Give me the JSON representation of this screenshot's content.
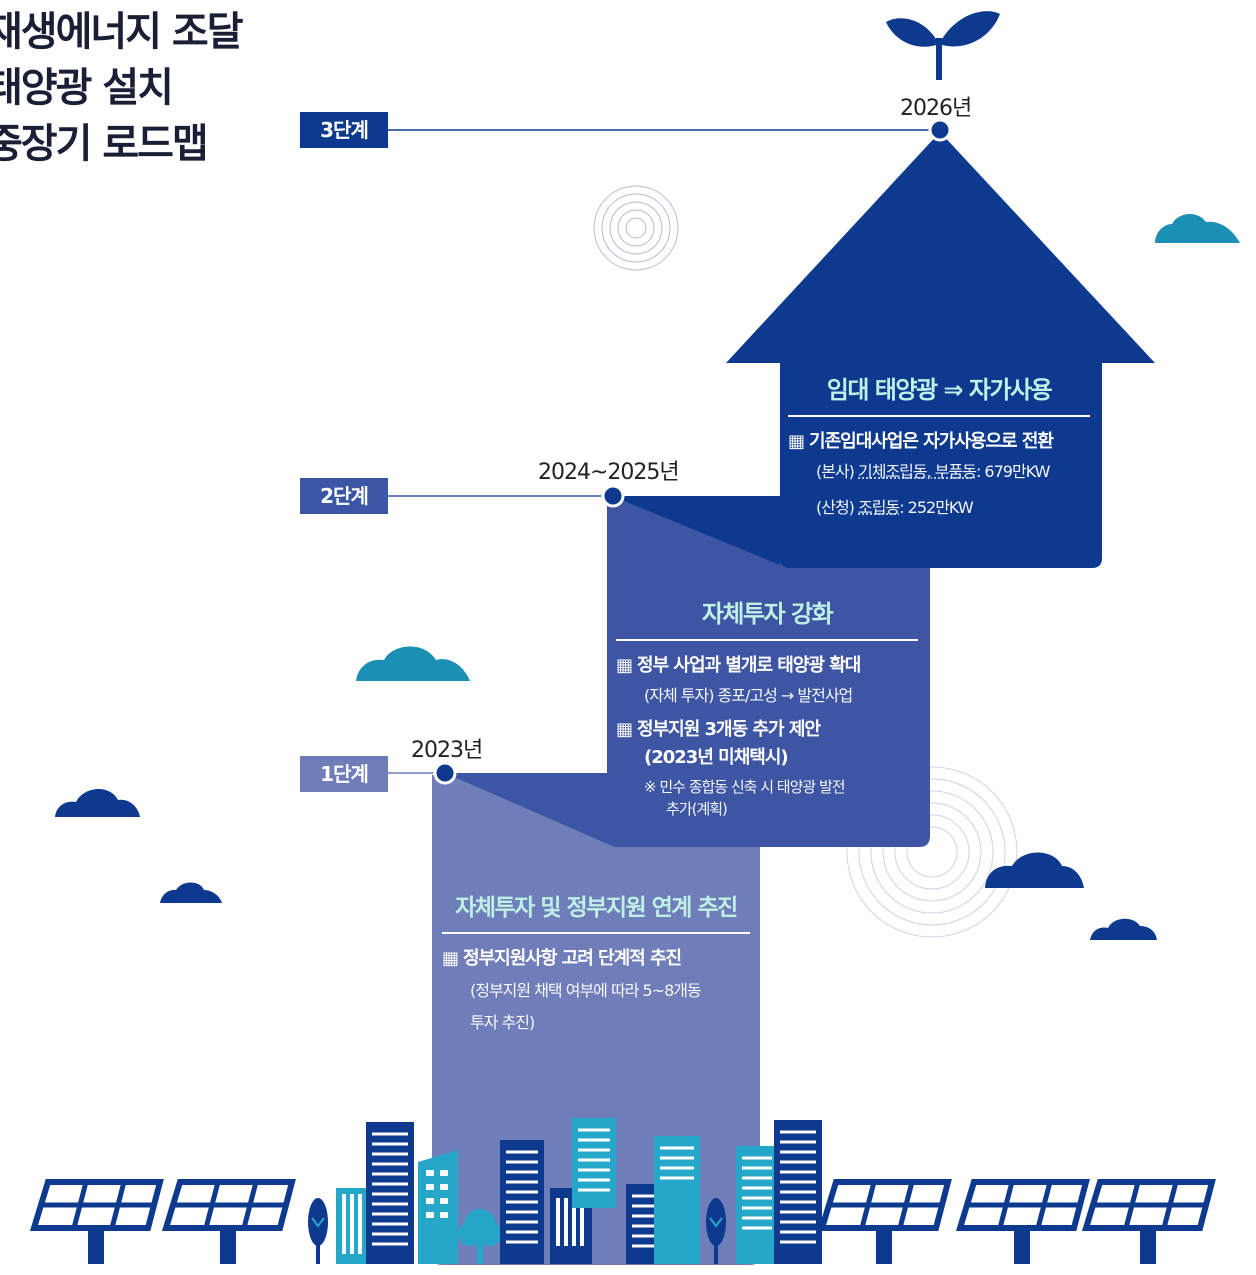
{
  "title": {
    "line1": "재생에너지 조달",
    "line2": "태양광 설치",
    "line3": "중장기 로드맵"
  },
  "stages": [
    {
      "badge": "1단계",
      "year": "2023년"
    },
    {
      "badge": "2단계",
      "year": "2024~2025년"
    },
    {
      "badge": "3단계",
      "year": "2026년"
    }
  ],
  "panel3": {
    "title": "임대 태양광 ⇒ 자가사용",
    "bullet": "기존임대사업은 자가사용으로 전환",
    "line1_pre": "(본사) ",
    "line1_u": "기체조립동, 부품동",
    "line1_post": ": 679만KW",
    "line2_pre": "(산청) ",
    "line2_u": "조립동",
    "line2_post": ": 252만KW"
  },
  "panel2": {
    "title": "자체투자 강화",
    "bullet1": "정부 사업과 별개로 태양광 확대",
    "sub1": "(자체 투자) 종포/고성 → 발전사업",
    "bullet2a": "정부지원 3개동 추가 제안",
    "bullet2b": "(2023년 미채택시)",
    "note_a": "※ 민수 종합동 신축 시 태양광 발전",
    "note_b": "추가(계획)"
  },
  "panel1": {
    "title": "자체투자 및 정부지원 연계 추진",
    "bullet": "정부지원사항 고려 단계적 추진",
    "sub_a": "(정부지원 채택 여부에 따라 5~8개동",
    "sub_b": "투자 추진)"
  },
  "icons": {
    "bullet": "solar-panel-icon",
    "sprout": "sprout-icon",
    "cloud": "cloud-icon",
    "tree": "tree-icon",
    "building": "building-icon"
  },
  "colors": {
    "navy": "#0d3a8e",
    "mid": "#3a56a5",
    "light": "#6f7db8",
    "teal": "#1c8fb5",
    "cyan": "#25a7c9",
    "accent_text": "#bff0e6"
  }
}
